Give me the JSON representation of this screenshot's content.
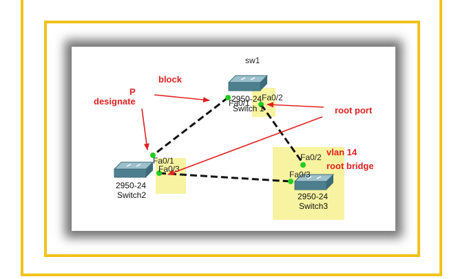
{
  "diagram": {
    "top_label": "sw1",
    "switches": [
      {
        "id": "switch1",
        "model": "2950-24",
        "name": "Switch 1"
      },
      {
        "id": "switch2",
        "model": "2950-24",
        "name": "Switch2"
      },
      {
        "id": "switch3",
        "model": "2950-24",
        "name": "Switch3"
      }
    ],
    "ports": {
      "s1_fa01": "Fa0/1",
      "s1_fa02": "Fa0/2",
      "s2_fa01": "Fa0/1",
      "s2_fa03": "Fa0/3",
      "s3_fa02": "Fa0/2",
      "s3_fa03": "Fa0/3"
    },
    "annotations": {
      "block": "block",
      "designate": "designate",
      "designate_marker": "P",
      "root_port": "root port",
      "vlan": "vlan 14",
      "root_bridge": "root bridge"
    },
    "colors": {
      "frame": "#f1c21b",
      "annotation": "#e02020",
      "highlight": "#f7f3a0",
      "link": "#111111",
      "port_dot": "#22cc22",
      "switch_top": "#8ab0bc",
      "switch_front": "#4e7f8f"
    }
  }
}
